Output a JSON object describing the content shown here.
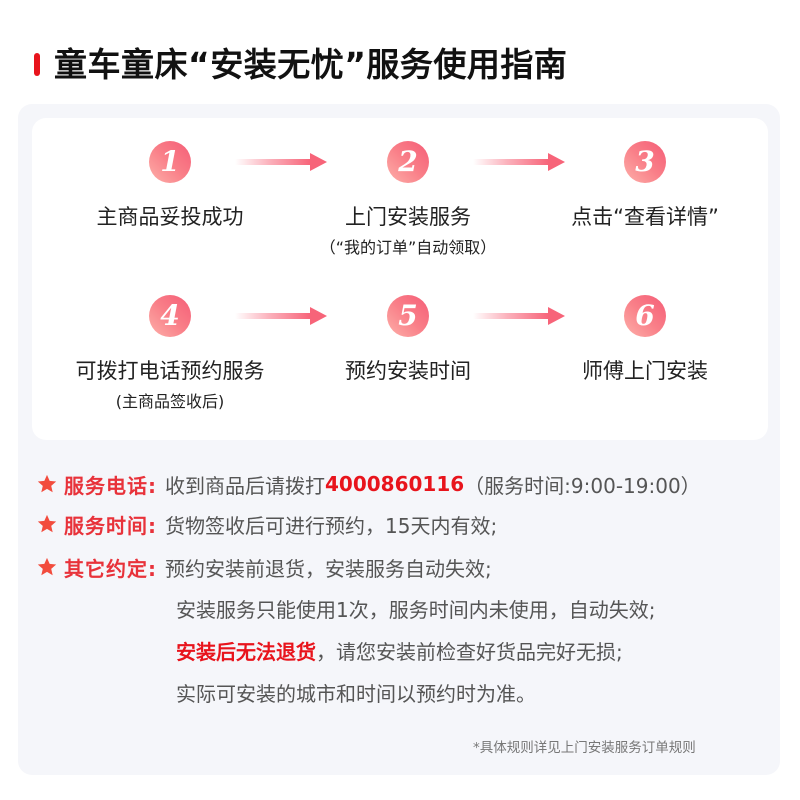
{
  "header": {
    "title": "童车童床“安装无忧”服务使用指南",
    "accent_color": "#e8141c"
  },
  "steps": [
    {
      "number": "1",
      "label": "主商品妥投成功",
      "sub": ""
    },
    {
      "number": "2",
      "label": "上门安装服务",
      "sub": "（“我的订单”自动领取）"
    },
    {
      "number": "3",
      "label": "点击“查看详情”",
      "sub": ""
    },
    {
      "number": "4",
      "label": "可拨打电话预约服务",
      "sub": "(主商品签收后)"
    },
    {
      "number": "5",
      "label": "预约安装时间",
      "sub": ""
    },
    {
      "number": "6",
      "label": "师傅上门安装",
      "sub": ""
    }
  ],
  "arrow_color": "#f76479",
  "info": {
    "phone": {
      "icon": "star-icon",
      "label": "服务电话:",
      "text_before": "收到商品后请拨打",
      "number": "4000860116",
      "text_after": "（服务时间:9:00-19:00）"
    },
    "service_time": {
      "icon": "star-icon",
      "label": "服务时间:",
      "text": "货物签收后可进行预约，15天内有效;"
    },
    "other_terms": {
      "icon": "star-icon",
      "label": "其它约定:",
      "lines": [
        "预约安装前退货，安装服务自动失效;",
        "安装服务只能使用1次，服务时间内未使用，自动失效;"
      ],
      "emphasis": "安装后无法退货",
      "emphasis_rest": "，请您安装前检查好货品完好无损;",
      "last_line": "实际可安装的城市和时间以预约时为准。"
    }
  },
  "footnote": "*具体规则详见上门安装服务订单规则"
}
